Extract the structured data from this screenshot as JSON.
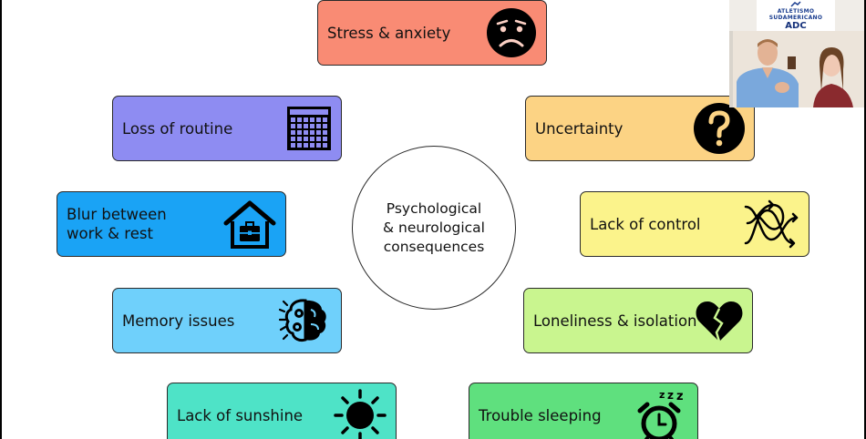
{
  "slide": {
    "center": "Psychological\n& neurological\nconsequences",
    "boxes": {
      "stress": {
        "label": "Stress & anxiety",
        "color": "#f98b74",
        "icon": "sad-face-icon"
      },
      "routine": {
        "label": "Loss of routine",
        "color": "#8e8cf2",
        "icon": "calendar-icon"
      },
      "blur": {
        "label": "Blur between\nwork & rest",
        "color": "#1aa3f5",
        "icon": "house-briefcase-icon"
      },
      "memory": {
        "label": "Memory issues",
        "color": "#6fd0fb",
        "icon": "brain-gear-icon"
      },
      "sunshine": {
        "label": "Lack of sunshine",
        "color": "#4ee3c7",
        "icon": "sun-icon"
      },
      "uncertainty": {
        "label": "Uncertainty",
        "color": "#fcd384",
        "icon": "question-mark-icon"
      },
      "control": {
        "label": "Lack of control",
        "color": "#fbf38b",
        "icon": "tangled-arrows-icon"
      },
      "loneliness": {
        "label": "Loneliness & isolation",
        "color": "#c9f58f",
        "icon": "broken-heart-icon"
      },
      "sleeping": {
        "label": "Trouble sleeping",
        "color": "#5fe07e",
        "icon": "alarm-clock-zzz-icon"
      }
    }
  },
  "webcam": {
    "logo_top": "ATLETISMO\nSUDAMERICANO",
    "logo_bottom": "ADC"
  }
}
